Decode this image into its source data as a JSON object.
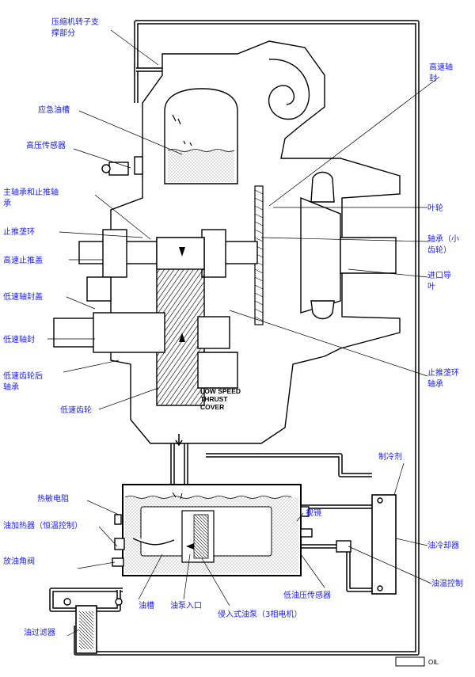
{
  "labels": {
    "rotor_support": [
      "压缩机转子支",
      "撑部分"
    ],
    "hs_shaft_seal": [
      "高速轴",
      "封"
    ],
    "emergency_tank": "应急油槽",
    "hp_sensor": "高压传感器",
    "main_bearing": [
      "主轴承和止推轴",
      "承"
    ],
    "impeller": "叶轮",
    "thrust_ring": "止推垄环",
    "pinion_bearing": [
      "轴承（小",
      "齿轮）"
    ],
    "hs_thrust_cover": "高速止推盖",
    "inlet_guide": [
      "进口导",
      "叶"
    ],
    "ls_seal_cover": "低速轴封盖",
    "ls_seal": "低速轴封",
    "ls_gear_bearing": [
      "低速齿轮后",
      "轴承"
    ],
    "thrust_ring_bearing": [
      "止推垄环",
      "轴承"
    ],
    "ls_gear": "低速齿轮",
    "refrigerant": "制冷剂",
    "thermistor": "热敏电阻",
    "sight_glass": "视镜",
    "oil_heater": "油加热器（恒温控制）",
    "oil_cooler": "油冷却器",
    "drain_valve": "放油角阀",
    "lp_sensor": "低油压传感器",
    "temp_control": "油温控制",
    "oil_tank": "油槽",
    "pump_inlet": "油泵入口",
    "submerged_pump": "侵入式油泵（3相电机）",
    "oil_filter": "油过滤器",
    "thrust_cover_en": [
      "LOW SPEED",
      "THRUST",
      "COVER"
    ],
    "legend_oil": "OIL"
  },
  "colors": {
    "label": "#1a1aff",
    "line": "#000000",
    "background": "#ffffff"
  }
}
